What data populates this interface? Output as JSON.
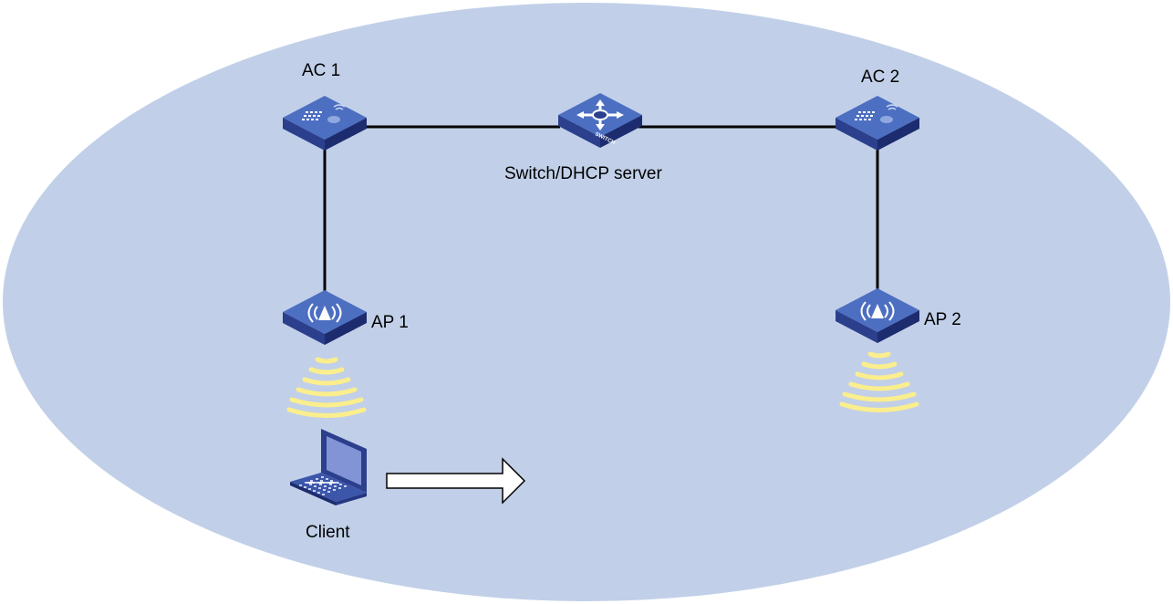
{
  "diagram": {
    "background_color": "#c1d0e8",
    "device_colors": {
      "top": "#4d6fc2",
      "side_left": "#2b3f8c",
      "side_right": "#1d2c6e"
    },
    "signal_color": "#fbee8c",
    "arrow_direction": "right",
    "nodes": [
      {
        "id": "ac1",
        "label": "AC 1",
        "icon": "wireless-controller-icon"
      },
      {
        "id": "switch",
        "label": "Switch/DHCP server",
        "icon": "switch-icon",
        "badge": "SWITCH"
      },
      {
        "id": "ac2",
        "label": "AC 2",
        "icon": "wireless-controller-icon"
      },
      {
        "id": "ap1",
        "label": "AP 1",
        "icon": "access-point-icon"
      },
      {
        "id": "ap2",
        "label": "AP 2",
        "icon": "access-point-icon"
      },
      {
        "id": "client",
        "label": "Client",
        "icon": "laptop-icon"
      }
    ],
    "links": [
      {
        "from": "ac1",
        "to": "switch"
      },
      {
        "from": "switch",
        "to": "ac2"
      },
      {
        "from": "ac1",
        "to": "ap1"
      },
      {
        "from": "ac2",
        "to": "ap2"
      }
    ],
    "wireless": [
      {
        "from": "ap1",
        "icon": "wifi-signal-icon"
      },
      {
        "from": "ap2",
        "icon": "wifi-signal-icon"
      }
    ],
    "annotations": [
      {
        "id": "roaming",
        "icon": "roaming-arrow-icon",
        "meaning": "client moves right"
      }
    ]
  }
}
